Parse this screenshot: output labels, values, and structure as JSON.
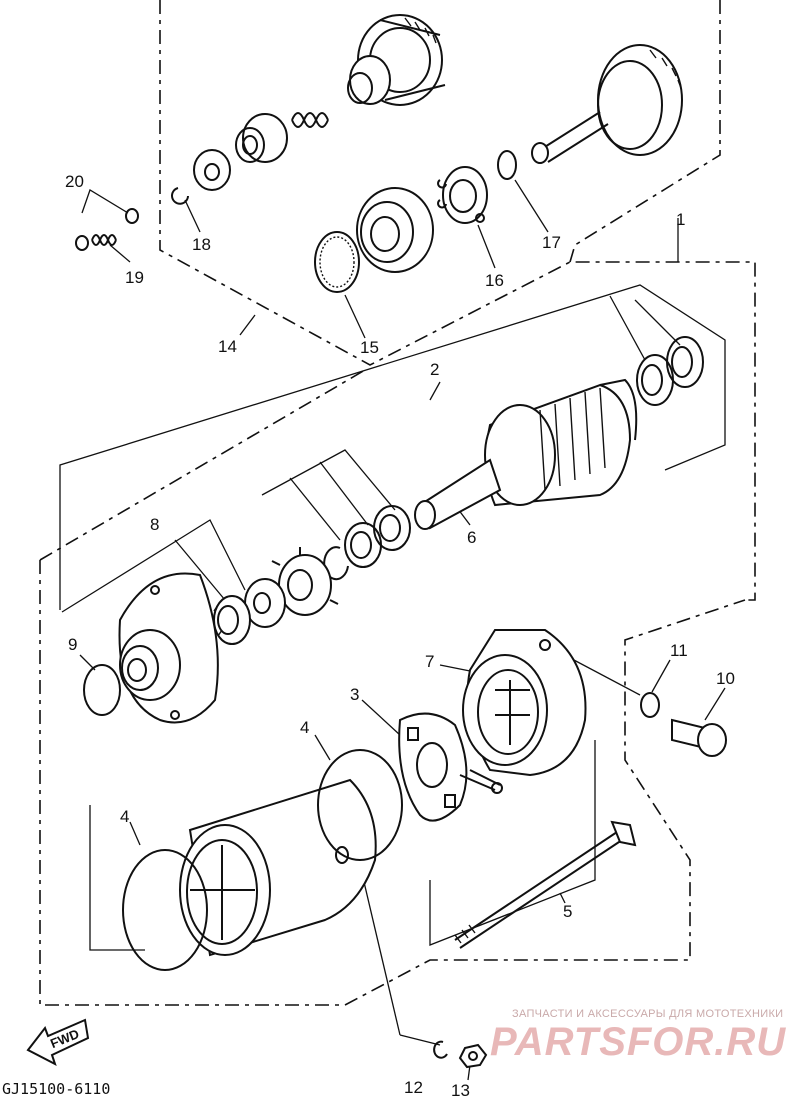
{
  "diagram": {
    "callouts": {
      "c1": "1",
      "c2": "2",
      "c3": "3",
      "c4a": "4",
      "c4b": "4",
      "c5": "5",
      "c6": "6",
      "c7": "7",
      "c8": "8",
      "c9": "9",
      "c10": "10",
      "c11": "11",
      "c12": "12",
      "c13": "13",
      "c14": "14",
      "c15": "15",
      "c16": "16",
      "c17": "17",
      "c18": "18",
      "c19": "19",
      "c20": "20"
    },
    "drawing_code": "GJ15100-6110",
    "direction_label": "FWD"
  },
  "watermark": {
    "tagline": "ЗАПЧАСТИ И АКСЕССУАРЫ ДЛЯ МОТОТЕХНИКИ",
    "brand": "PARTSFOR.RU"
  },
  "colors": {
    "line": "#111111",
    "watermark": "#e8b8b8"
  }
}
